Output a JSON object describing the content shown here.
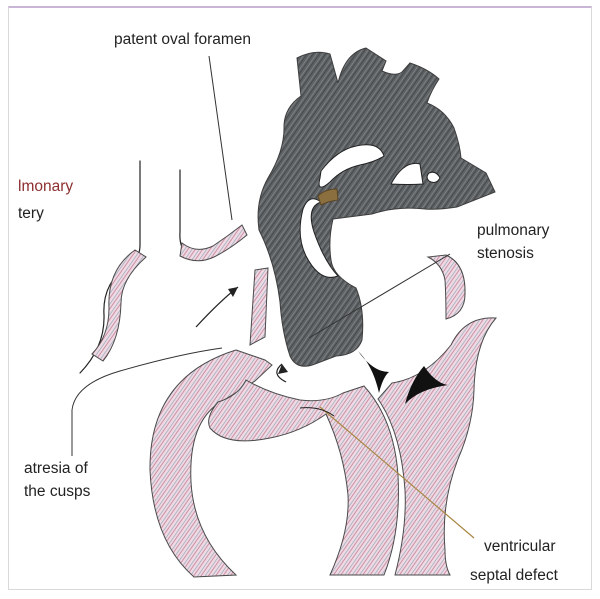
{
  "labels": {
    "patent_oval_foramen": "patent oval foramen",
    "pulmonary_artery_line1": "lmonary",
    "pulmonary_artery_line2": "tery",
    "pulmonary_stenosis_line1": "pulmonary",
    "pulmonary_stenosis_line2": "stenosis",
    "atresia_line1": "atresia of",
    "atresia_line2": "the cusps",
    "ventricular_line1": "ventricular",
    "ventricular_line2": "septal defect"
  },
  "colors": {
    "background": "#ffffff",
    "ink": "#222222",
    "dark_hatch": "#6c6c6c",
    "pink_hatch": "#d6b8c8",
    "blue_hatch": "#8fa6b7",
    "red_text": "#8d2f2f"
  }
}
